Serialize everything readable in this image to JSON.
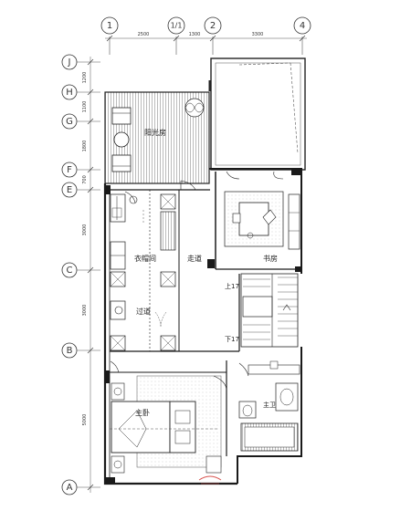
{
  "axes_top": [
    {
      "label": "1"
    },
    {
      "label": "1/1"
    },
    {
      "label": "2"
    },
    {
      "label": "4"
    }
  ],
  "axes_left": [
    {
      "label": "J"
    },
    {
      "label": "H"
    },
    {
      "label": "G"
    },
    {
      "label": "F"
    },
    {
      "label": "E"
    },
    {
      "label": "C"
    },
    {
      "label": "B"
    },
    {
      "label": "A"
    }
  ],
  "dims_top": [
    "2500",
    "1300",
    "3300"
  ],
  "dims_left": [
    "1200",
    "1100",
    "1800",
    "700",
    "3000",
    "3000",
    "5000"
  ],
  "rooms": [
    {
      "name": "阳光房"
    },
    {
      "name": "衣帽间"
    },
    {
      "name": "走道"
    },
    {
      "name": "书房"
    },
    {
      "name": "过道"
    },
    {
      "name": "主卧"
    },
    {
      "name": "主卫"
    }
  ],
  "stairs": [
    "上17",
    "下17"
  ],
  "colors": {
    "line": "#1a1a1a",
    "red": "#d9534f",
    "grid": "#555555"
  }
}
